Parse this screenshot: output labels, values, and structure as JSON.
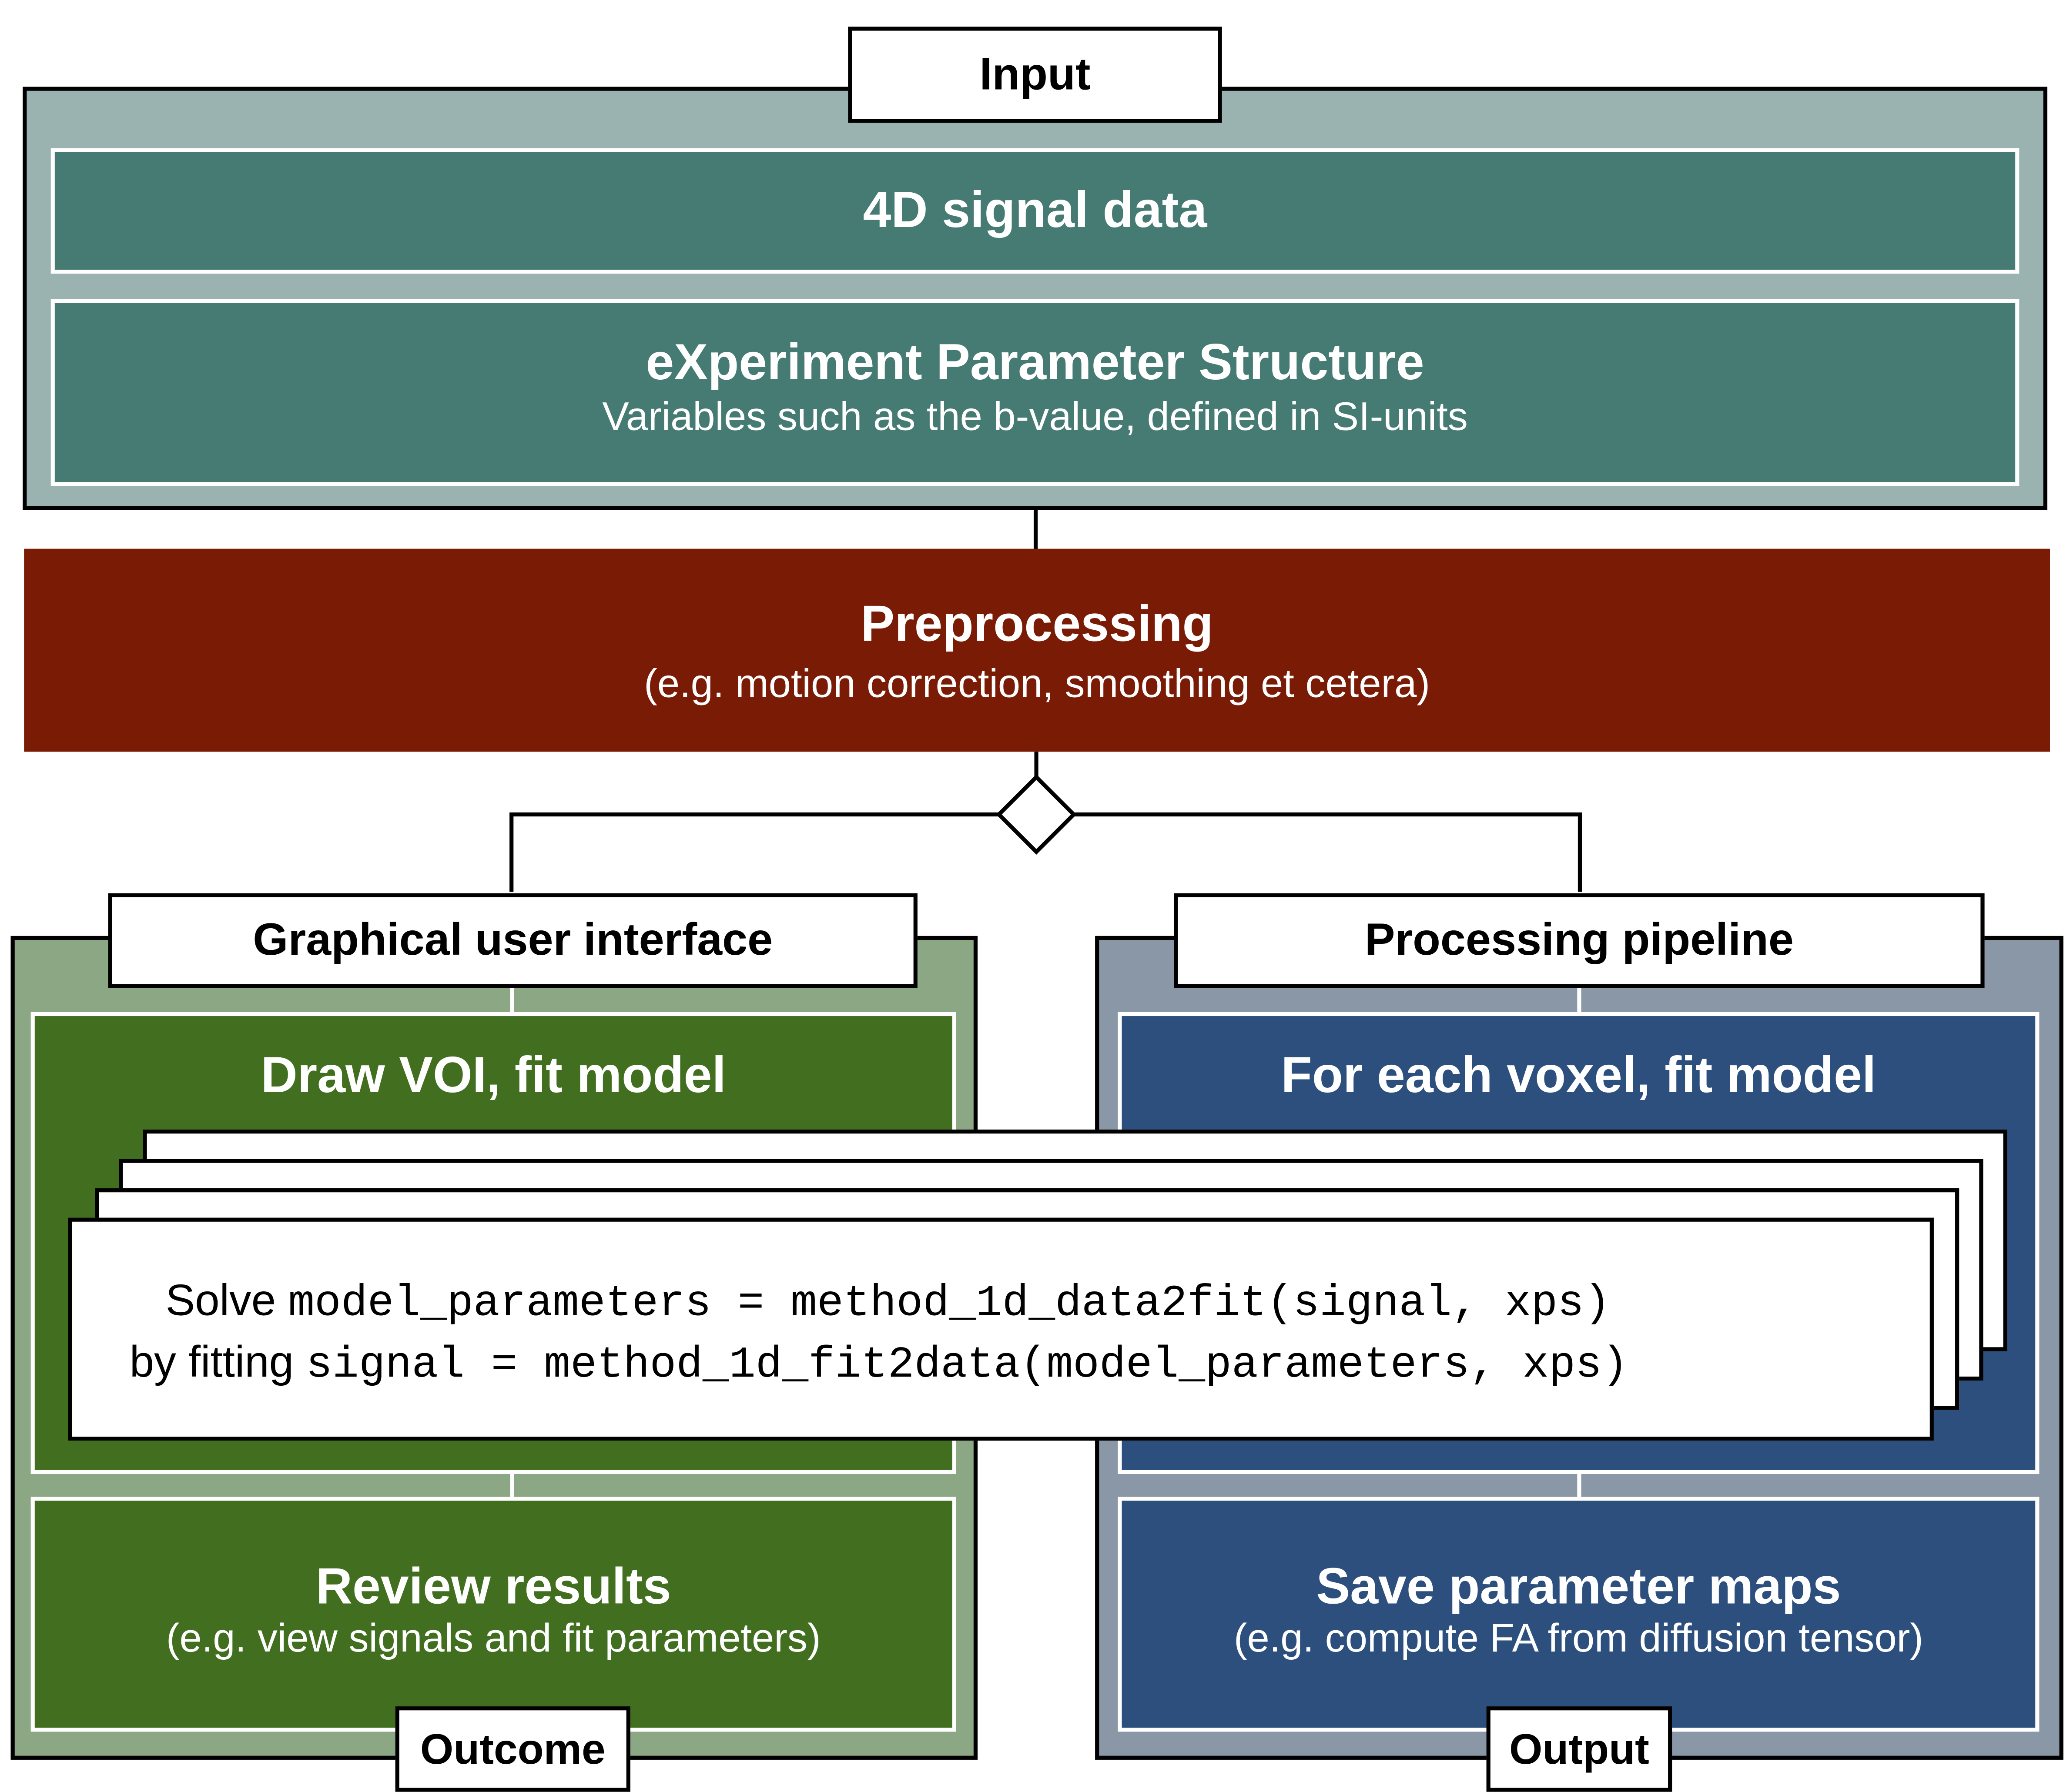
{
  "input": {
    "tab_label": "Input",
    "signal_box": {
      "title": "4D signal data"
    },
    "xps_box": {
      "title": "eXperiment Parameter Structure",
      "subtitle": "Variables such as the b-value, defined in SI-units"
    }
  },
  "preprocessing": {
    "title": "Preprocessing",
    "subtitle": "(e.g. motion correction, smoothing et cetera)"
  },
  "gui": {
    "tab_label": "Graphical user interface",
    "fit_box": {
      "title": "Draw VOI, fit model"
    },
    "review_box": {
      "title": "Review results",
      "subtitle": "(e.g. view signals and fit parameters)"
    },
    "bottom_label": "Outcome"
  },
  "pipeline": {
    "tab_label": "Processing pipeline",
    "fit_box": {
      "title": "For each voxel, fit model"
    },
    "save_box": {
      "title": "Save parameter maps",
      "subtitle": "(e.g. compute FA from diffusion tensor)"
    },
    "bottom_label": "Output"
  },
  "solver_card": {
    "line1_prefix": "Solve",
    "line1_code": "model_parameters = method_1d_data2fit(signal, xps)",
    "line2_prefix": "by fitting",
    "line2_code": "signal = method_1d_fit2data(model_parameters, xps)"
  },
  "colors": {
    "input_outer": "#9ab3b1",
    "input_inner": "#467b74",
    "preprocessing": "#7a1b05",
    "gui_outer": "#8ca783",
    "gui_inner": "#416f1f",
    "pipeline_outer": "#8a97a6",
    "pipeline_inner": "#2c4f7d"
  }
}
